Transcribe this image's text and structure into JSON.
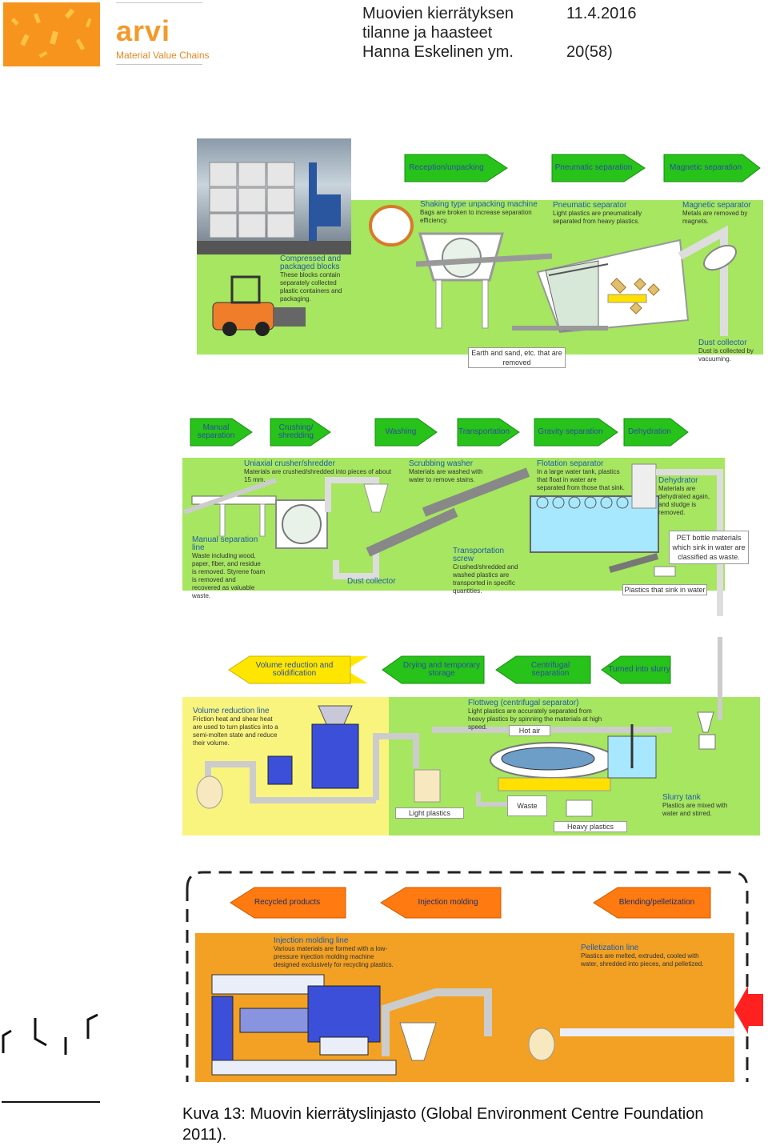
{
  "header": {
    "brand": "arvi",
    "brand_sub": "Material Value Chains",
    "title_lines": [
      "Muovien kierrätyksen",
      "tilanne ja haasteet",
      "Hanna Eskelinen ym."
    ],
    "date": "11.4.2016",
    "page": "20(58)"
  },
  "panel1": {
    "arrows": [
      "Reception/unpacking",
      "Pneumatic separation",
      "Magnetic separation"
    ],
    "stages": [
      {
        "title": "Shaking type unpacking machine",
        "desc": "Bags are broken to increase separation efficiency."
      },
      {
        "title": "Pneumatic separator",
        "desc": "Light plastics are pneumatically separated from heavy plastics."
      },
      {
        "title": "Magnetic separator",
        "desc": "Metals are removed by magnets."
      },
      {
        "title": "Compressed and packaged blocks",
        "desc": "These blocks contain separately collected plastic containers and packaging."
      },
      {
        "title": "Dust collector",
        "desc": "Dust is collected by vacuuming."
      }
    ],
    "box": "Earth and sand, etc. that are removed"
  },
  "panel2": {
    "arrows": [
      "Manual separation",
      "Crushing/ shredding",
      "Washing",
      "Transportation",
      "Gravity separation",
      "Dehydration"
    ],
    "stages": [
      {
        "title": "Uniaxial crusher/shredder",
        "desc": "Materials are crushed/shredded into pieces of about 15 mm."
      },
      {
        "title": "Scrubbing washer",
        "desc": "Materials are washed with water to remove stains."
      },
      {
        "title": "Flotation separator",
        "desc": "In a large water tank, plastics that float in water are separated from those that sink."
      },
      {
        "title": "Dehydrator",
        "desc": "Materials are dehydrated again, and sludge is removed."
      },
      {
        "title": "Manual separation line",
        "desc": "Waste including wood, paper, fiber, and residue is removed. Styrene foam is removed and recovered as valuable waste."
      },
      {
        "title": "Transportation screw",
        "desc": "Crushed/shredded and washed plastics are transported in specific quantities."
      }
    ],
    "dust": "Dust collector",
    "pet_box": "PET bottle materials which sink in water are classified as waste.",
    "sink_box": "Plastics that sink in water"
  },
  "panel3": {
    "arrows": [
      "Volume reduction and solidification",
      "Drying and temporary storage",
      "Centrifugal separation",
      "Turned into slurry"
    ],
    "stages": [
      {
        "title": "Volume reduction line",
        "desc": "Friction heat and shear heat are used to turn plastics into a semi-molten state and reduce their volume."
      },
      {
        "title": "Flottweg (centrifugal separator)",
        "desc": "Light plastics are accurately separated from heavy plastics by spinning the materials at high speed."
      },
      {
        "title": "Slurry tank",
        "desc": "Plastics are mixed with water and stirred."
      }
    ],
    "hot_air": "Hot air",
    "light": "Light plastics",
    "waste": "Waste",
    "heavy": "Heavy plastics"
  },
  "panel4": {
    "arrows": [
      "Recycled products",
      "Injection molding",
      "Blending/pelletization"
    ],
    "stages": [
      {
        "title": "Injection molding line",
        "desc": "Various materials are formed with a low-pressure injection molding machine designed exclusively for recycling plastics."
      },
      {
        "title": "Pelletization line",
        "desc": "Plastics are melted, extruded, cooled with water, shredded into pieces, and pelletized."
      }
    ]
  },
  "caption": "Kuva 13: Muovin kierrätyslinjasto (Global Environment Centre Foundation 2011).",
  "colors": {
    "orange": "#f7941d",
    "green_panel": "#a6e660",
    "arrow_green": "#27c21a",
    "yellow_panel": "#f9f47e",
    "orange_panel": "#f2a124"
  }
}
